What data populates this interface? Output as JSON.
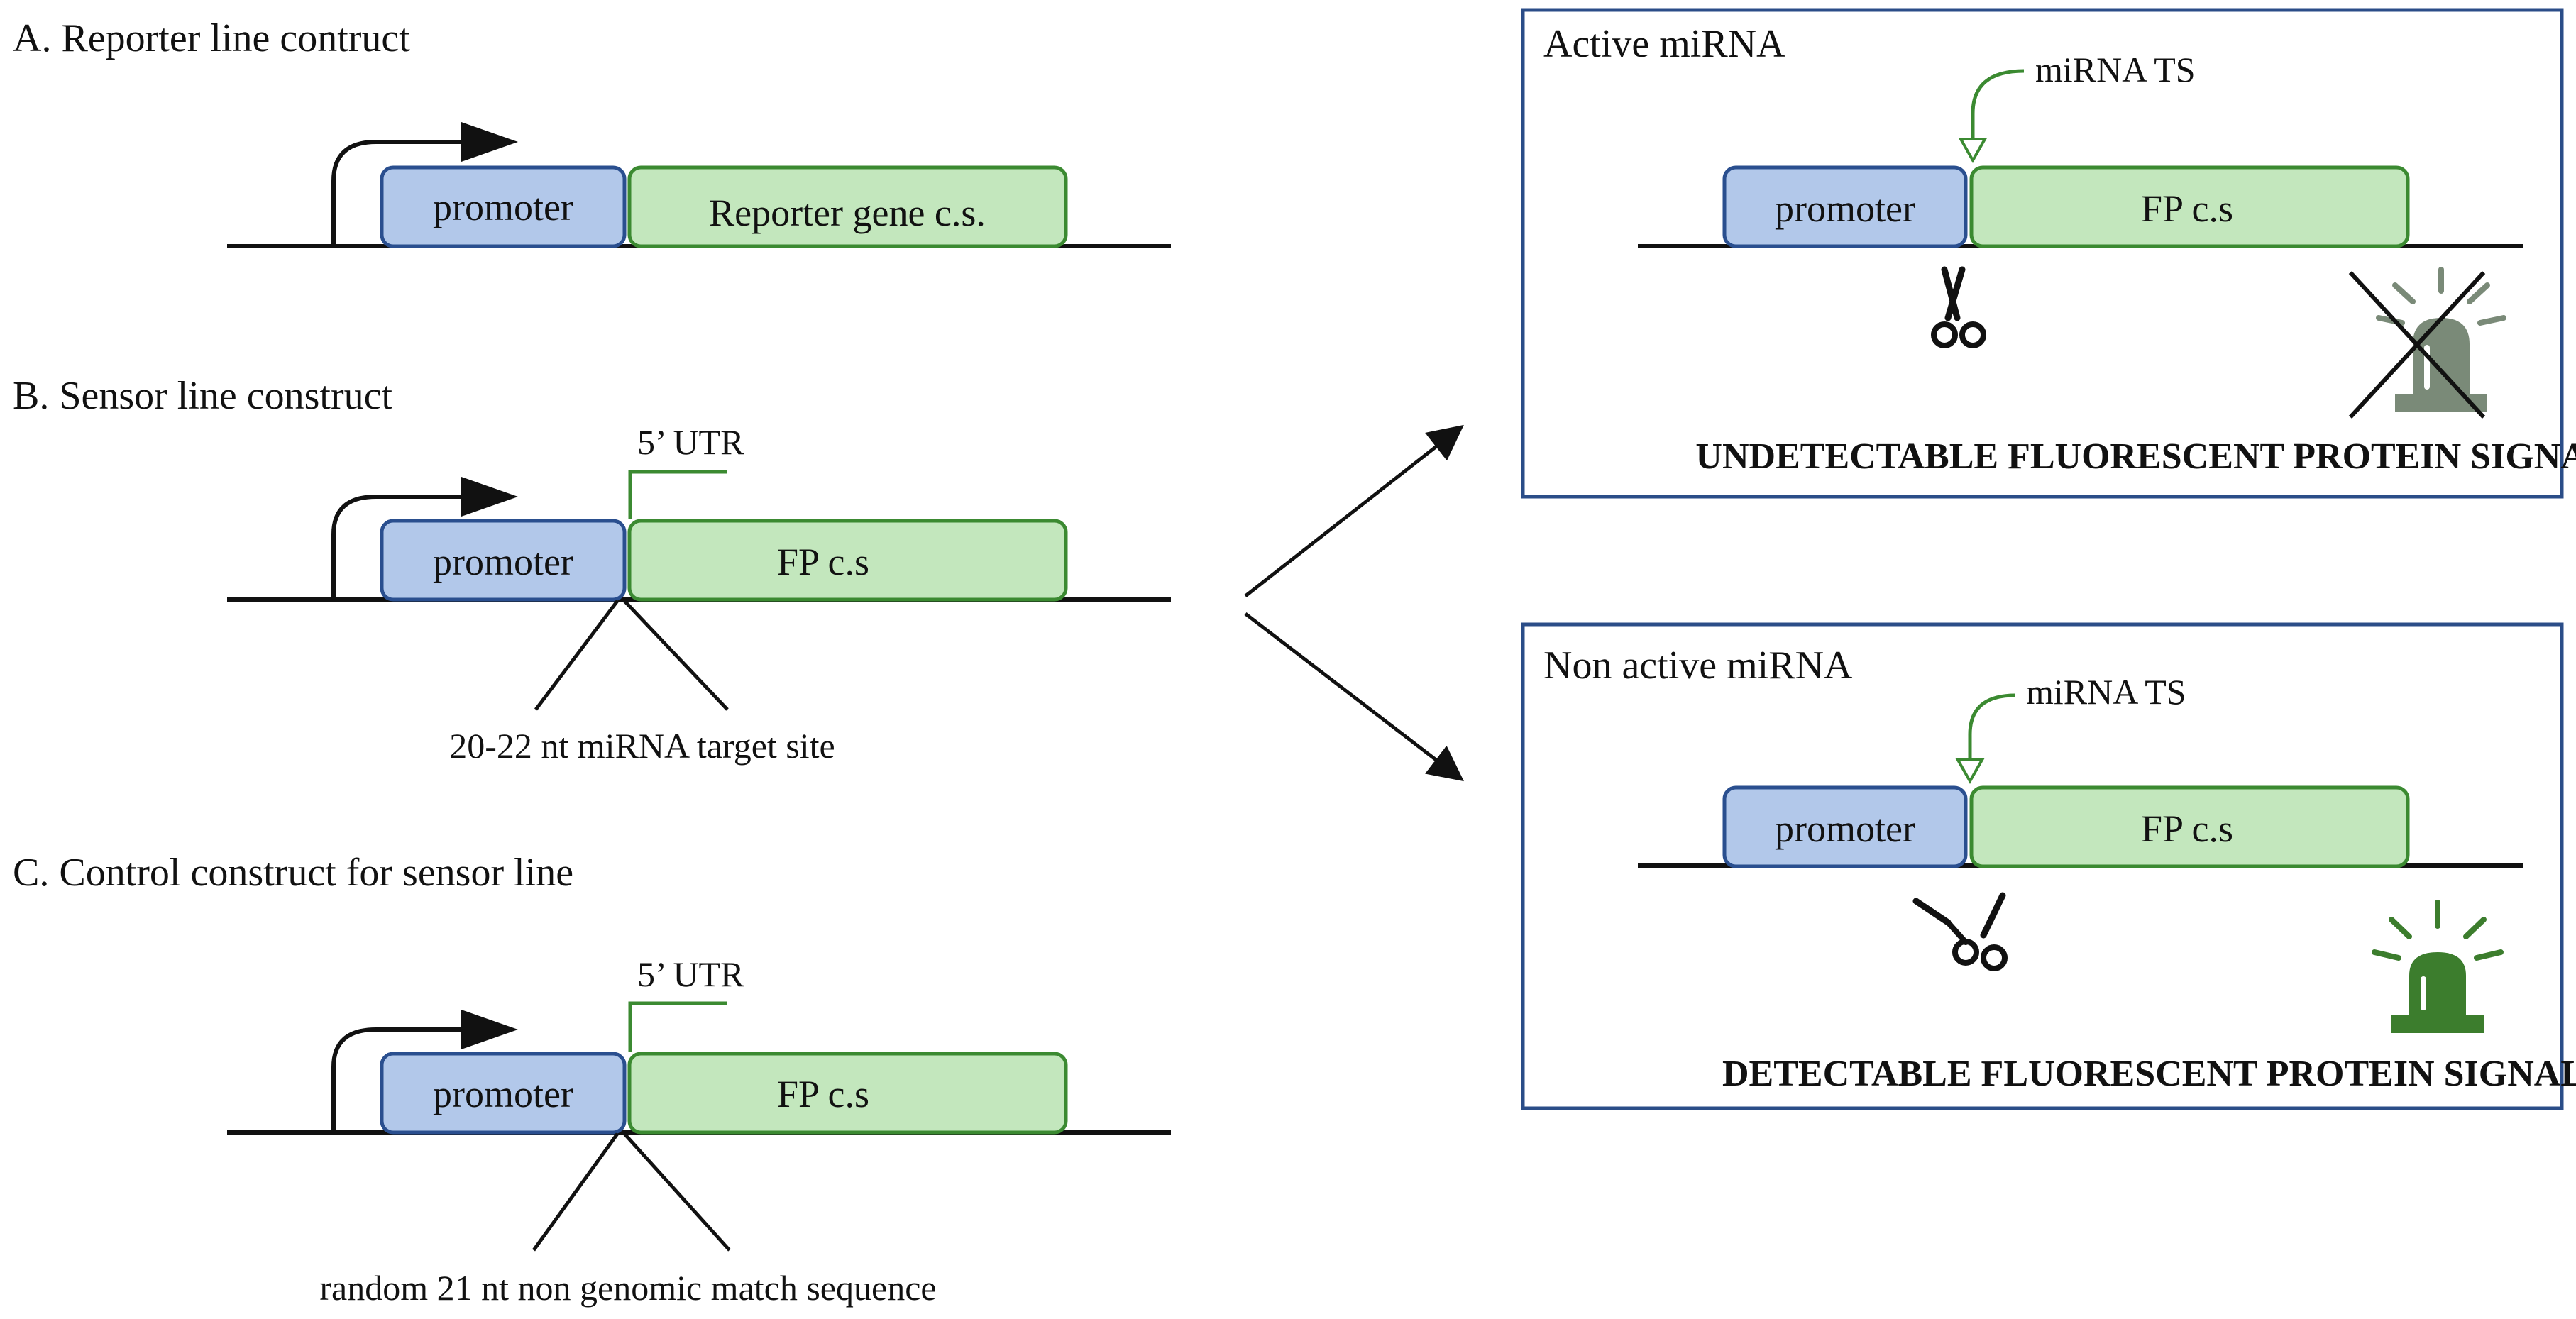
{
  "panel_a": {
    "title": "A. Reporter line contruct",
    "promoter_label": "promoter",
    "gene_label": "Reporter gene c.s."
  },
  "panel_b": {
    "title": "B. Sensor line construct",
    "utr_label": "5’ UTR",
    "promoter_label": "promoter",
    "gene_label": "FP c.s",
    "site_label": "20-22 nt miRNA target site"
  },
  "panel_c": {
    "title": "C. Control construct for sensor line",
    "utr_label": "5’ UTR",
    "promoter_label": "promoter",
    "gene_label": "FP c.s",
    "site_label": "random 21 nt non genomic match sequence"
  },
  "active": {
    "title": "Active miRNA",
    "ts_label": "miRNA TS",
    "promoter_label": "promoter",
    "gene_label": "FP c.s",
    "signal_label": "UNDETECTABLE FLUORESCENT PROTEIN SIGNAL",
    "scissors_icon": "scissors-closed-icon",
    "beacon_icon": "beacon-crossed-icon"
  },
  "nonactive": {
    "title": "Non active miRNA",
    "ts_label": "miRNA TS",
    "promoter_label": "promoter",
    "gene_label": "FP c.s",
    "signal_label": "DETECTABLE FLUORESCENT PROTEIN SIGNAL",
    "scissors_icon": "scissors-open-icon",
    "beacon_icon": "beacon-icon"
  },
  "colors": {
    "promoter_fill": "#b2c8ea",
    "promoter_stroke": "#2a4f8f",
    "gene_fill": "#c3e7bd",
    "gene_stroke": "#3b8a31",
    "utr_line": "#3b8a31",
    "panel_border": "#2b4d88",
    "beacon_gray": "#7a8a78",
    "beacon_green": "#3c7d2d"
  }
}
